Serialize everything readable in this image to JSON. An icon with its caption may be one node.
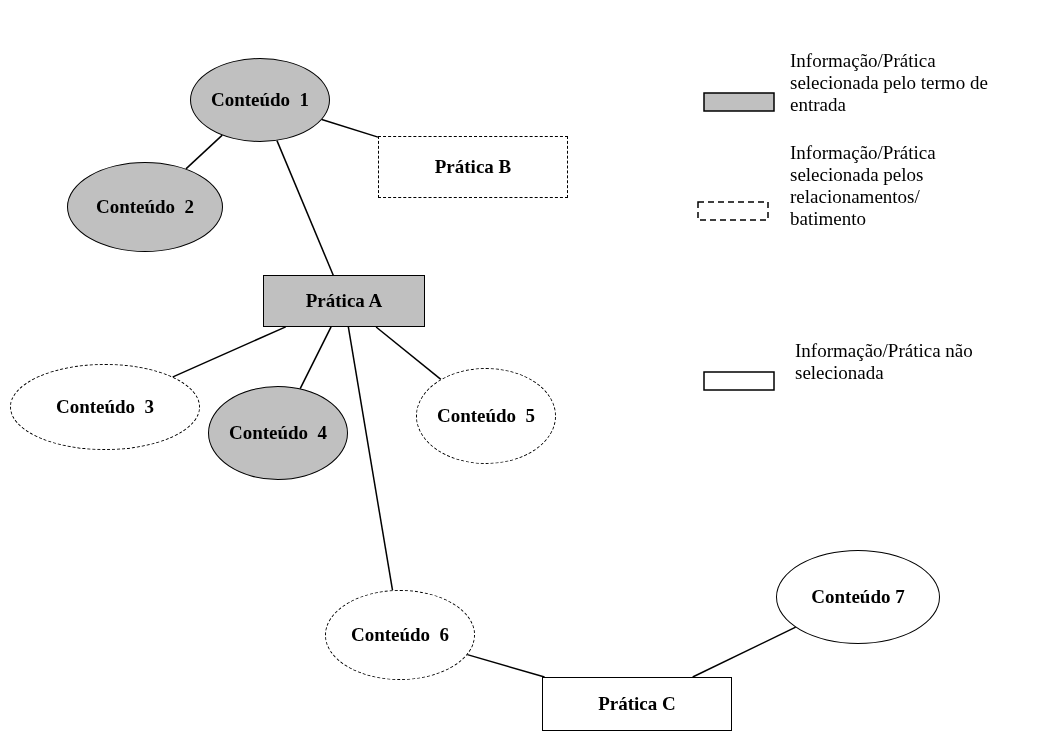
{
  "diagram": {
    "nodes": [
      {
        "text": [
          "Conteúdo  1"
        ]
      },
      {
        "text": [
          "Prática B"
        ]
      },
      {
        "text": [
          "Conteúdo  2"
        ]
      },
      {
        "text": [
          "Prática A"
        ]
      },
      {
        "text": [
          "Conteúdo  3"
        ]
      },
      {
        "text": [
          "Conteúdo  4"
        ]
      },
      {
        "text": [
          "Conteúdo  5"
        ]
      },
      {
        "text": [
          "Conteúdo  6"
        ]
      },
      {
        "text": [
          "Prática C"
        ]
      },
      {
        "text": [
          "Conteúdo 7"
        ]
      }
    ],
    "edges": [
      {
        "from": 0,
        "to": 2,
        "arrow": "none"
      },
      {
        "from": 0,
        "to": 1,
        "arrow": "none"
      },
      {
        "from": 0,
        "to": 3,
        "arrow": "none"
      },
      {
        "from": 3,
        "to": 4,
        "arrow": "none"
      },
      {
        "from": 3,
        "to": 5,
        "arrow": "none"
      },
      {
        "from": 3,
        "to": 6,
        "arrow": "none"
      },
      {
        "from": 3,
        "to": 7,
        "arrow": "none"
      },
      {
        "from": 7,
        "to": 8,
        "arrow": "none"
      },
      {
        "from": 8,
        "to": 9,
        "arrow": "none"
      }
    ],
    "legend": [
      {
        "text": "Informação/Prática selecionada pelo termo de entrada",
        "color": "#c0c0c0"
      },
      {
        "text": "Informação/Prática selecionada pelos relacionamentos/ batimento"
      },
      {
        "text": "Informação/Prática não selecionada"
      }
    ]
  }
}
